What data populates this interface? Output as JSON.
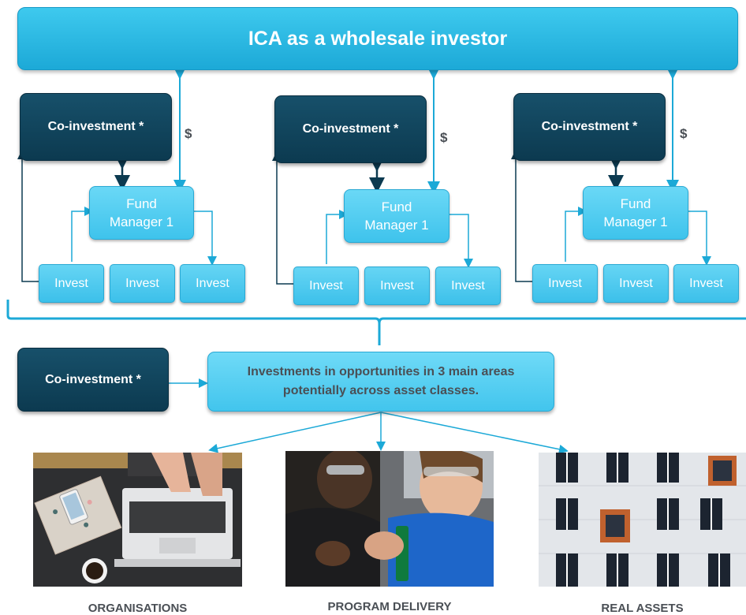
{
  "banner": {
    "title": "ICA as a wholesale investor"
  },
  "groups": [
    {
      "coinvest": "Co-investment *",
      "dollar": "$",
      "fund": "Fund Manager 1",
      "invests": [
        "Invest",
        "Invest",
        "Invest"
      ]
    },
    {
      "coinvest": "Co-investment *",
      "dollar": "$",
      "fund": "Fund Manager 1",
      "invests": [
        "Invest",
        "Invest",
        "Invest"
      ]
    },
    {
      "coinvest": "Co-investment *",
      "dollar": "$",
      "fund": "Fund Manager 1",
      "invests": [
        "Invest",
        "Invest",
        "Invest"
      ]
    }
  ],
  "lower": {
    "coinvest": "Co-investment *",
    "main": "Investments in opportunities in 3 main areas potentially across asset classes."
  },
  "areas": [
    {
      "caption": "ORGANISATIONS"
    },
    {
      "caption": "PROGRAM DELIVERY"
    },
    {
      "caption": "REAL ASSETS"
    }
  ]
}
